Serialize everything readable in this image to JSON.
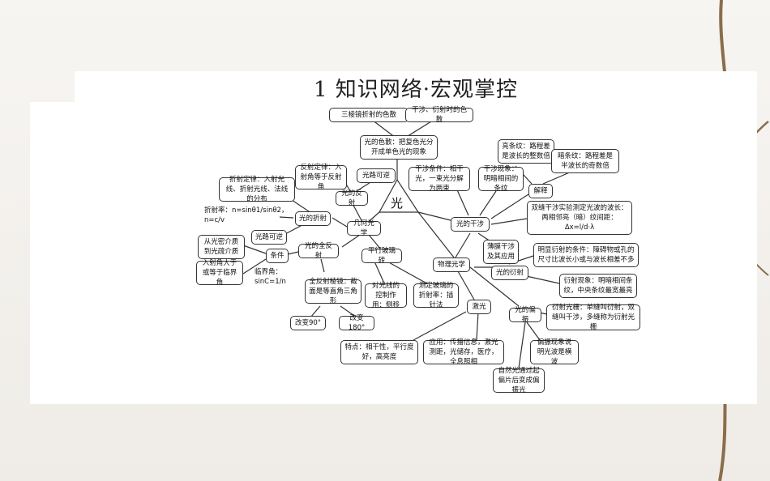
{
  "title": "1  知识网络·宏观掌控",
  "center": "光",
  "nodes": {
    "prism": "三棱镜折射的色散",
    "interference_dispersion": "干涉、衍射时的色散",
    "color": "光的色散：把复色光分开成单色光的现象",
    "reflection_law": "反射定律：入射角等于反射角",
    "path_reversible_1": "光路可逆",
    "refraction_law": "折射定律：入射光线、折射光线、法线的分布",
    "reflection": "光的反射",
    "refraction_index": "折射率：n=sinθ1/sinθ2，n=c/v",
    "refraction": "光的折射",
    "geo_optics": "几何光学",
    "path_reversible_2": "光路可逆",
    "dense_to_sparse": "从光密介质到光疏介质",
    "condition": "条件",
    "total_reflection": "光的全反射",
    "angle_ge_critical": "入射角大于或等于临界角",
    "critical_angle": "临界角：sinC=1/n",
    "prism_total": "全反射棱镜：截面是等直角三角形",
    "change90": "改变90°",
    "change180": "改变180°",
    "parallel_glass": "平行玻璃砖",
    "path_control": "对光线的控制作用：侧移",
    "measure_glass": "测定玻璃的折射率：插针法",
    "interference_condition": "干涉条件：相干光，一束光分解为两束",
    "interference_phenomenon": "干涉现象：明暗相间的条纹",
    "bright_fringe": "亮条纹：路程差是波长的整数倍",
    "dark_fringe": "暗条纹：路程差是半波长的奇数倍",
    "explain": "解释",
    "interference": "光的干涉",
    "double_slit_line1": "双缝干涉实验测定光波的波长：",
    "double_slit_line2": "两相邻亮（暗）纹间距：Δx=l/d·λ",
    "thin_film": "薄膜干涉及其应用",
    "physical_optics": "物理光学",
    "diffraction_condition": "明显衍射的条件：障碍物或孔的尺寸比波长小或与波长相差不多",
    "diffraction": "光的衍射",
    "diffraction_phenomenon": "衍射现象：明暗相间条纹，中央条纹最宽最亮",
    "laser": "激光",
    "polarization": "光的偏振",
    "diffraction_grating": "衍射光栅：单缝叫衍射，双缝叫干涉，多缝称为衍射光栅",
    "laser_features": "特点：相干性，平行度好，高亮度",
    "laser_applications": "应用：传播信息，激光测距，光储存，医疗，全息照相",
    "polarization_phenomenon": "偏振现象说明光波是横波",
    "natural_light": "自然光通过起偏片后变成偏振光"
  }
}
